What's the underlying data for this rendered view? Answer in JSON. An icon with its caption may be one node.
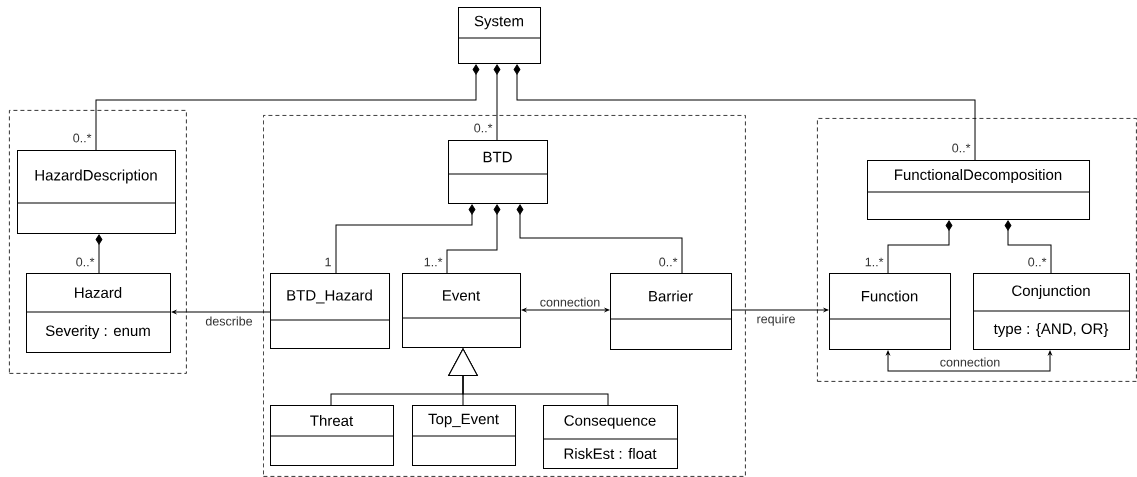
{
  "diagram": {
    "nodes": [
      {
        "text": [
          "System"
        ]
      },
      {
        "text": [],
        "shape": "box"
      },
      {
        "text": [
          "HazardDescription"
        ],
        "in": 1
      },
      {
        "text": [
          "Hazard",
          "Severity : enum"
        ],
        "in": 1
      },
      {
        "text": [],
        "shape": "box"
      },
      {
        "text": [
          "BTD"
        ],
        "in": 4
      },
      {
        "text": [
          "BTD_Hazard"
        ],
        "in": 4
      },
      {
        "text": [
          "Event"
        ],
        "in": 4
      },
      {
        "text": [
          "Barrier"
        ],
        "in": 4
      },
      {
        "text": [
          "Threat"
        ],
        "in": 4
      },
      {
        "text": [
          "Top_Event"
        ],
        "in": 4
      },
      {
        "text": [
          "Consequence",
          "RiskEst : float"
        ],
        "in": 4
      },
      {
        "text": [],
        "shape": "box"
      },
      {
        "text": [
          "FunctionalDecomposition"
        ],
        "in": 12
      },
      {
        "text": [
          "Function"
        ],
        "in": 12
      },
      {
        "text": [
          "Conjunction",
          "type : {AND, OR}"
        ],
        "in": 12
      }
    ],
    "edges": [
      {
        "from": 0,
        "to": 2,
        "arrow": "other",
        "label": "0..*"
      },
      {
        "from": 0,
        "to": 5,
        "arrow": "other",
        "label": "0..*"
      },
      {
        "from": 0,
        "to": 13,
        "arrow": "other",
        "label": "0..*"
      },
      {
        "from": 2,
        "to": 3,
        "arrow": "other",
        "label": "0..*"
      },
      {
        "from": 5,
        "to": 6,
        "arrow": "other",
        "label": "1"
      },
      {
        "from": 5,
        "to": 7,
        "arrow": "other",
        "label": "1..*"
      },
      {
        "from": 5,
        "to": 8,
        "arrow": "other",
        "label": "0..*"
      },
      {
        "from": 13,
        "to": 14,
        "arrow": "other",
        "label": "1..*"
      },
      {
        "from": 13,
        "to": 15,
        "arrow": "other",
        "label": "0..*"
      },
      {
        "from": 6,
        "to": 3,
        "arrow": "to",
        "label": "describe"
      },
      {
        "from": 7,
        "to": 8,
        "arrow": "both",
        "label": "connection"
      },
      {
        "from": 8,
        "to": 14,
        "arrow": "to",
        "label": "require"
      },
      {
        "from": 14,
        "to": 15,
        "arrow": "both",
        "label": "connection"
      },
      {
        "from": 9,
        "to": 7,
        "arrow": "to"
      },
      {
        "from": 10,
        "to": 7,
        "arrow": "to"
      },
      {
        "from": 11,
        "to": 7,
        "arrow": "to"
      }
    ]
  }
}
